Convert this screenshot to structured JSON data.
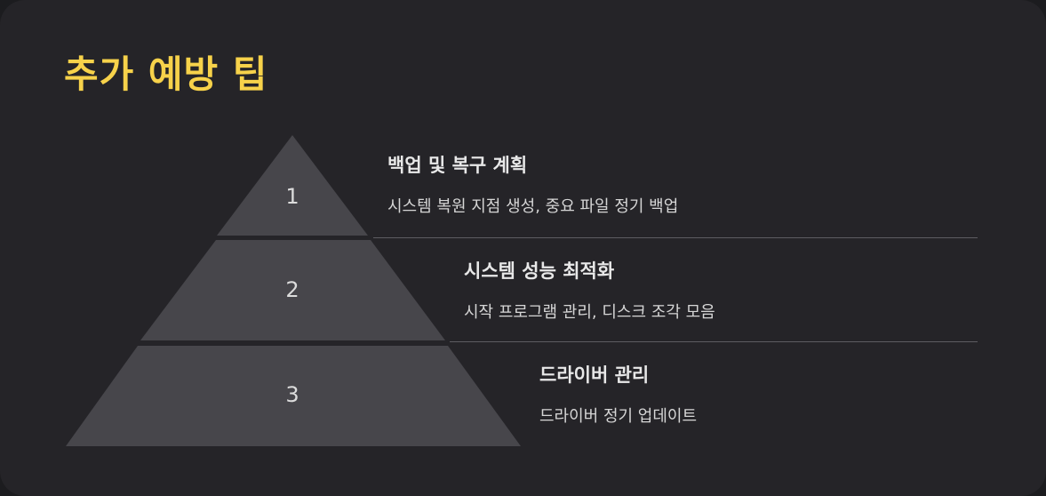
{
  "title": "추가 예방 팁",
  "tiers": [
    {
      "number": "1",
      "heading": "백업 및 복구 계획",
      "detail": "시스템 복원 지점 생성, 중요 파일 정기 백업"
    },
    {
      "number": "2",
      "heading": "시스템 성능 최적화",
      "detail": "시작 프로그램 관리, 디스크 조각 모음"
    },
    {
      "number": "3",
      "heading": "드라이버 관리",
      "detail": "드라이버 정기 업데이트"
    }
  ],
  "colors": {
    "background": "#252428",
    "title": "#f7d24a",
    "tier_fill": "#47464b",
    "divider": "#5d5c62"
  }
}
